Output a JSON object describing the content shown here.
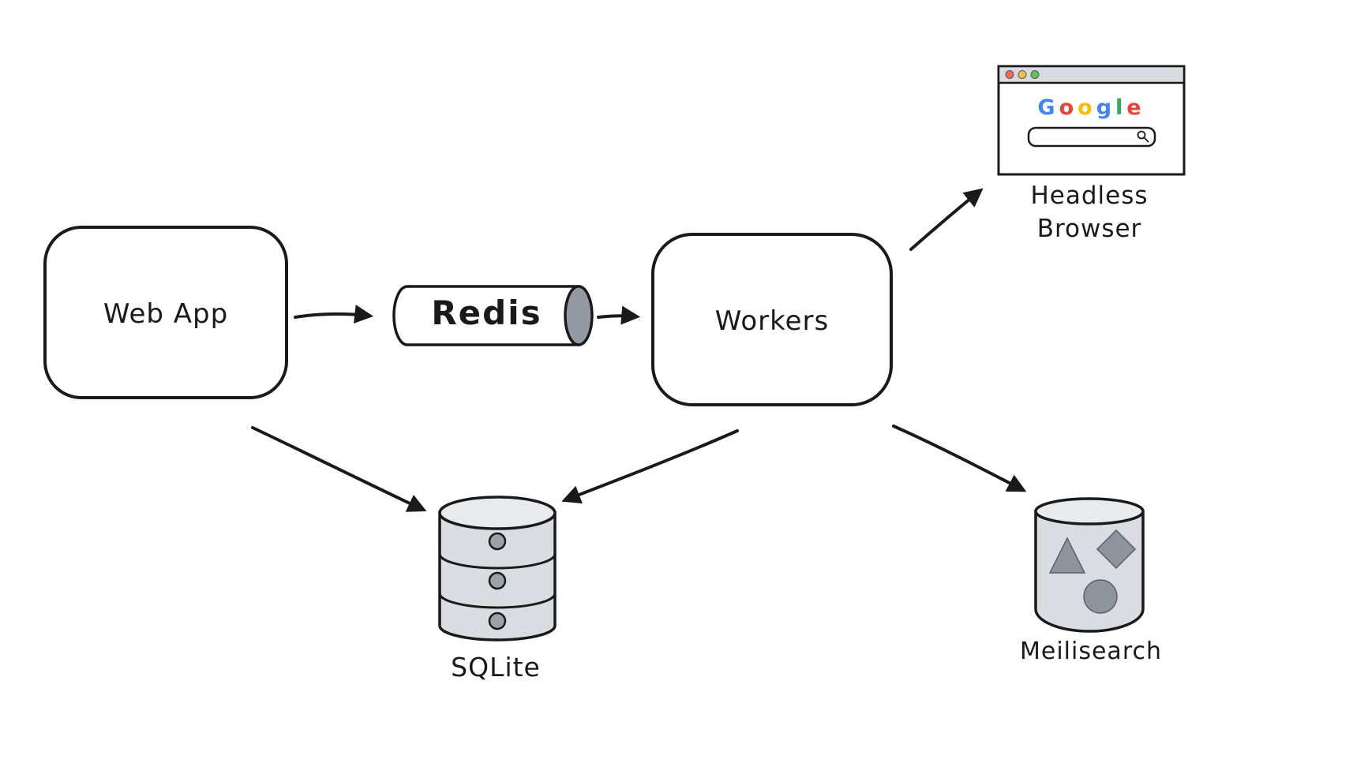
{
  "diagram": {
    "nodes": {
      "web_app": {
        "label": "Web App"
      },
      "redis": {
        "label": "Redis"
      },
      "workers": {
        "label": "Workers"
      },
      "headless_browser": {
        "label_line1": "Headless",
        "label_line2": "Browser"
      },
      "sqlite": {
        "label": "SQLite"
      },
      "meilisearch": {
        "label": "Meilisearch"
      }
    },
    "browser": {
      "google_letters": [
        {
          "ch": "G",
          "style": "color:#4285F4"
        },
        {
          "ch": "o",
          "style": "color:#EA4335"
        },
        {
          "ch": "o",
          "style": "color:#FBBC05"
        },
        {
          "ch": "g",
          "style": "color:#4285F4"
        },
        {
          "ch": "l",
          "style": "color:#34A853"
        },
        {
          "ch": "e",
          "style": "color:#EA4335"
        }
      ],
      "traffic_lights": [
        {
          "name": "red",
          "style": "fill:#ED6A5E"
        },
        {
          "name": "yellow",
          "style": "fill:#F4BF4F"
        },
        {
          "name": "green",
          "style": "fill:#61C554"
        }
      ]
    },
    "edges": [
      {
        "from": "web_app",
        "to": "redis"
      },
      {
        "from": "redis",
        "to": "workers"
      },
      {
        "from": "workers",
        "to": "headless_browser"
      },
      {
        "from": "web_app",
        "to": "sqlite"
      },
      {
        "from": "workers",
        "to": "sqlite"
      },
      {
        "from": "workers",
        "to": "meilisearch"
      }
    ],
    "colors": {
      "stroke": "#1a1a1a",
      "cylinder_fill": "#d9dde1",
      "cylinder_top_fill": "#e8ebee",
      "inner_shape_fill": "#8d949d",
      "pipe_cap_fill": "#949aa3",
      "titlebar_fill": "#d8dbdf",
      "background": "#ffffff"
    }
  }
}
